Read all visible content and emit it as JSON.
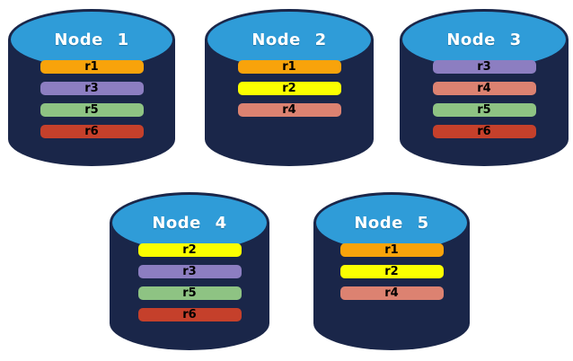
{
  "theme": {
    "background": "#FFFFFF",
    "cylinder_body": "#1A2649",
    "cylinder_top": "#2F9CD8",
    "title_text": "#FFFFFF",
    "bar_text": "#000000"
  },
  "replica_colors": {
    "r1": "#F8A30B",
    "r2": "#FBFF00",
    "r3": "#8C7EC1",
    "r4": "#DC8271",
    "r5": "#8EC383",
    "r6": "#C5402B"
  },
  "nodes": [
    {
      "name": "Node 1",
      "replicas": [
        {
          "label": "r1",
          "color": "#F8A30B"
        },
        {
          "label": "r3",
          "color": "#8C7EC1"
        },
        {
          "label": "r5",
          "color": "#8EC383"
        },
        {
          "label": "r6",
          "color": "#C5402B"
        }
      ]
    },
    {
      "name": "Node 2",
      "replicas": [
        {
          "label": "r1",
          "color": "#F8A30B"
        },
        {
          "label": "r2",
          "color": "#FBFF00"
        },
        {
          "label": "r4",
          "color": "#DC8271"
        }
      ]
    },
    {
      "name": "Node 3",
      "replicas": [
        {
          "label": "r3",
          "color": "#8C7EC1"
        },
        {
          "label": "r4",
          "color": "#DC8271"
        },
        {
          "label": "r5",
          "color": "#8EC383"
        },
        {
          "label": "r6",
          "color": "#C5402B"
        }
      ]
    },
    {
      "name": "Node 4",
      "replicas": [
        {
          "label": "r2",
          "color": "#FBFF00"
        },
        {
          "label": "r3",
          "color": "#8C7EC1"
        },
        {
          "label": "r5",
          "color": "#8EC383"
        },
        {
          "label": "r6",
          "color": "#C5402B"
        }
      ]
    },
    {
      "name": "Node 5",
      "replicas": [
        {
          "label": "r1",
          "color": "#F8A30B"
        },
        {
          "label": "r2",
          "color": "#FBFF00"
        },
        {
          "label": "r4",
          "color": "#DC8271"
        }
      ]
    }
  ]
}
